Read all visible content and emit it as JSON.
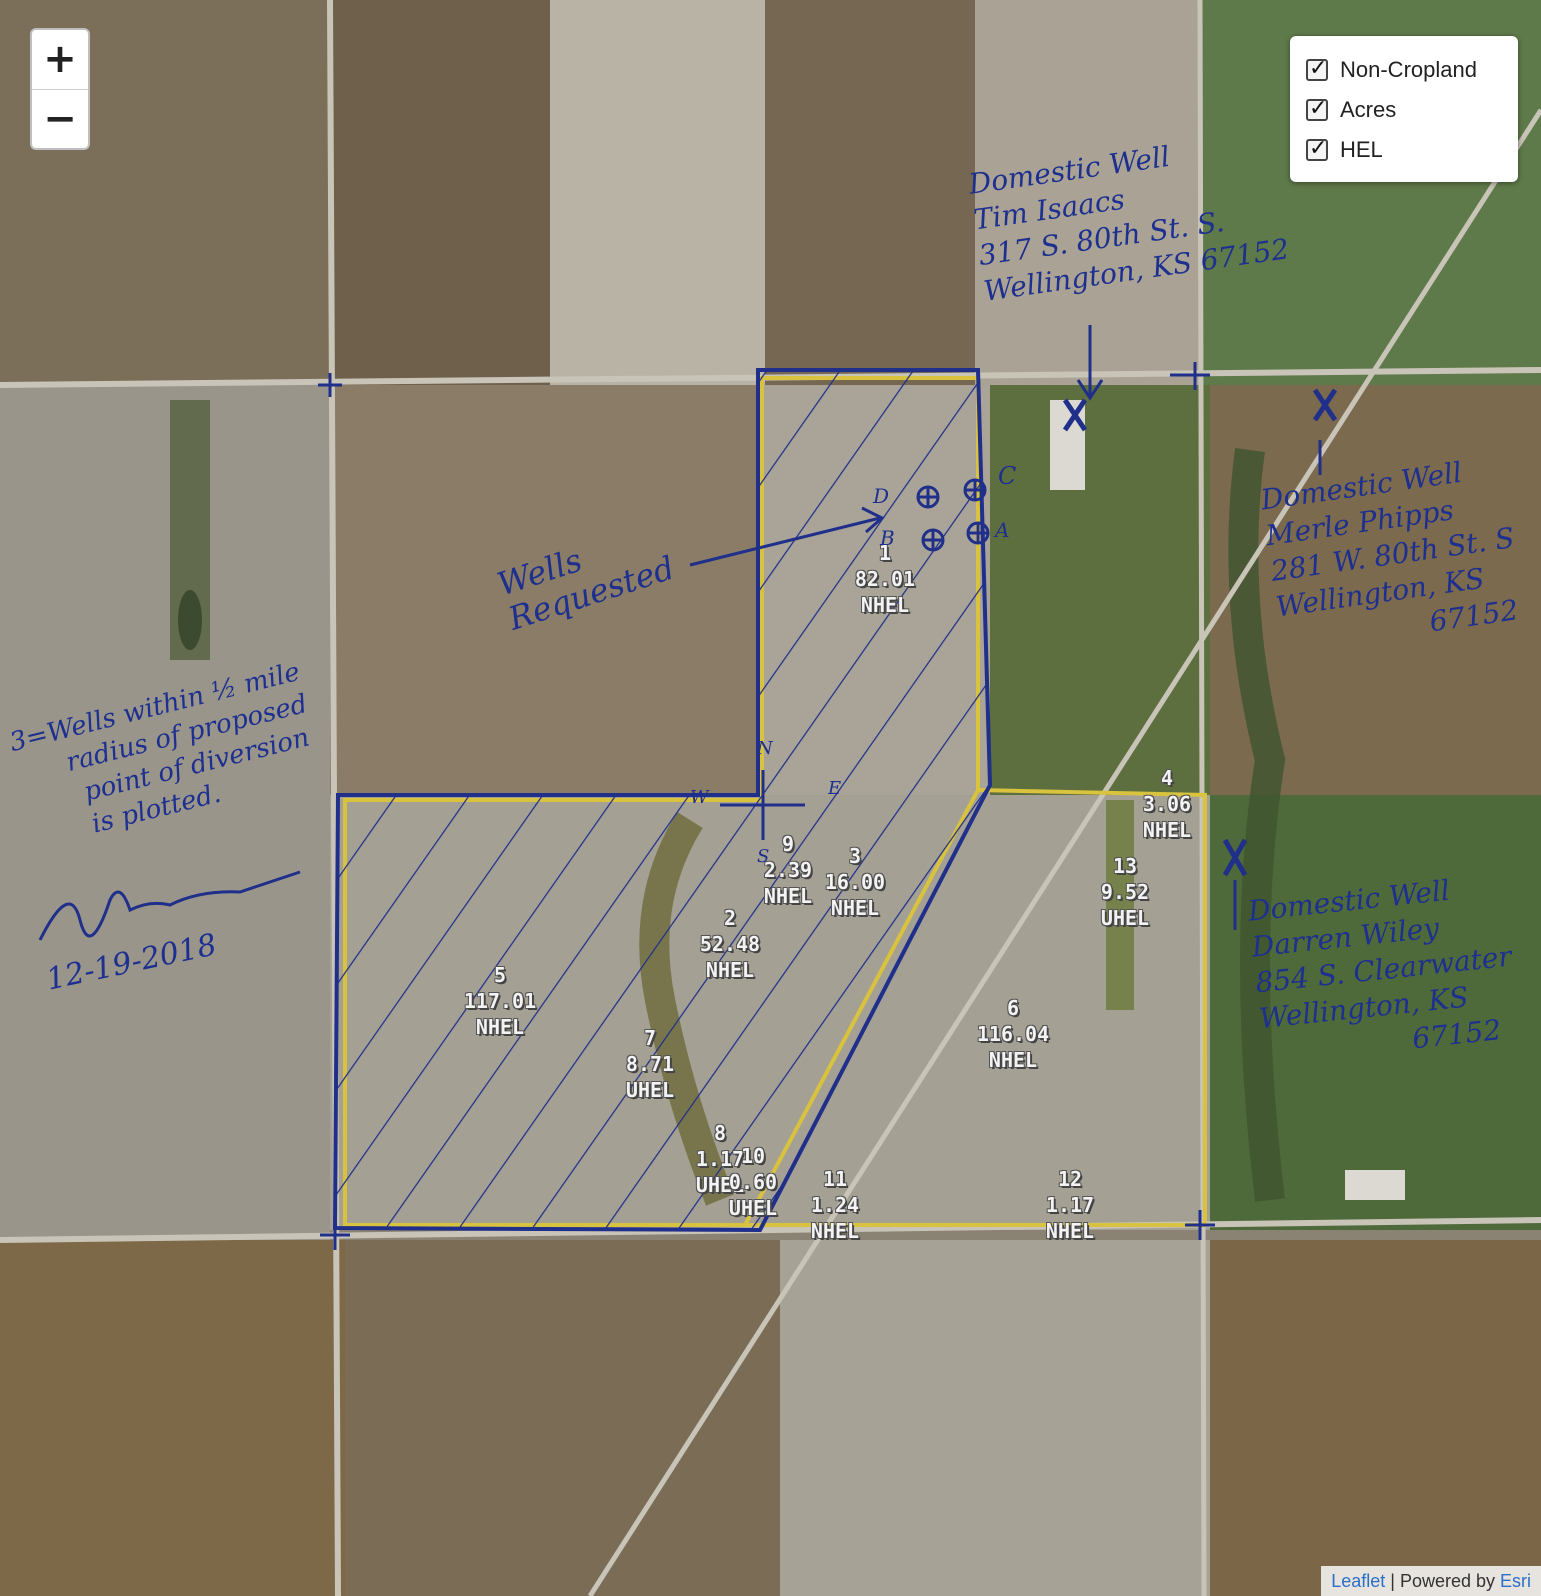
{
  "map": {
    "zoom_in_label": "+",
    "zoom_out_label": "−",
    "layers": [
      {
        "label": "Non-Cropland",
        "checked": true
      },
      {
        "label": "Acres",
        "checked": true
      },
      {
        "label": "HEL",
        "checked": true
      }
    ],
    "attribution": {
      "leaflet": "Leaflet",
      "separator": " | Powered by ",
      "esri": "Esri"
    },
    "fields": [
      {
        "id": "1",
        "acres": "82.01",
        "hel": "NHEL"
      },
      {
        "id": "2",
        "acres": "52.48",
        "hel": "NHEL"
      },
      {
        "id": "3",
        "acres": "16.00",
        "hel": "NHEL"
      },
      {
        "id": "4",
        "acres": "3.06",
        "hel": "NHEL"
      },
      {
        "id": "5",
        "acres": "117.01",
        "hel": "NHEL"
      },
      {
        "id": "6",
        "acres": "116.04",
        "hel": "NHEL"
      },
      {
        "id": "7",
        "acres": "8.71",
        "hel": "UHEL"
      },
      {
        "id": "8",
        "acres": "1.17",
        "hel": "UHEL"
      },
      {
        "id": "9",
        "acres": "2.39",
        "hel": "NHEL"
      },
      {
        "id": "10",
        "acres": "0.60",
        "hel": "UHEL"
      },
      {
        "id": "11",
        "acres": "1.24",
        "hel": "NHEL"
      },
      {
        "id": "12",
        "acres": "1.17",
        "hel": "NHEL"
      },
      {
        "id": "13",
        "acres": "9.52",
        "hel": "UHEL"
      }
    ]
  },
  "annotations": {
    "wells_requested": [
      "Wells",
      "Requested"
    ],
    "well_letters": {
      "a": "A",
      "b": "B",
      "c": "C",
      "d": "D"
    },
    "compass": {
      "n": "N",
      "s": "S",
      "e": "E",
      "w": "W"
    },
    "domestic_well_1": [
      "Domestic Well",
      "Tim Isaacs",
      "317 S. 80th St. S.",
      "Wellington, KS 67152"
    ],
    "domestic_well_2": [
      "Domestic Well",
      "Merle Phipps",
      "281 W. 80th St. S",
      "Wellington, KS",
      "67152"
    ],
    "domestic_well_3": [
      "Domestic Well",
      "Darren Wiley",
      "854 S. Clearwater",
      "Wellington, KS",
      "67152"
    ],
    "note": [
      "3=Wells within ½ mile",
      "radius of proposed",
      "point of diversion",
      "is plotted."
    ],
    "date": "12-19-2018"
  }
}
